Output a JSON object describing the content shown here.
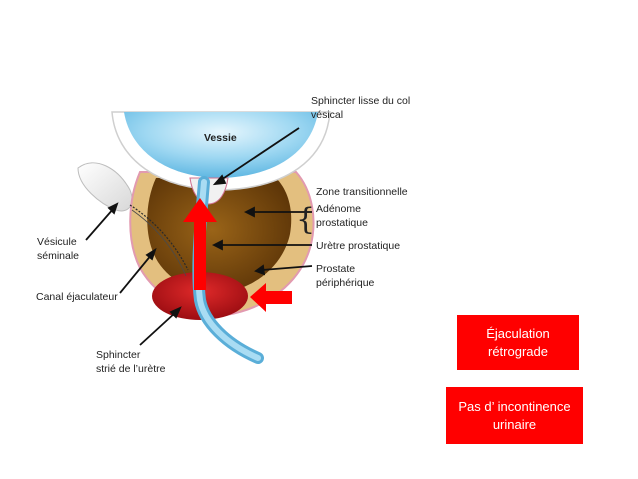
{
  "labels": {
    "vessie": "Vessie",
    "sphincter_lisse_1": "Sphincter lisse du col",
    "sphincter_lisse_2": "vésical",
    "zone_transitionnelle": "Zone transitionnelle",
    "adenome_1": "Adénome",
    "adenome_2": "prostatique",
    "uretre_prostatique": "Urètre prostatique",
    "prostate_1": "Prostate",
    "prostate_2": "périphérique",
    "vesicule_1": "Vésicule",
    "vesicule_2": "séminale",
    "canal_ejaculateur": "Canal éjaculateur",
    "sphincter_strie_1": "Sphincter",
    "sphincter_strie_2": "strié de l’urètre"
  },
  "callouts": {
    "ejaculation_1": "Éjaculation",
    "ejaculation_2": "rétrograde",
    "incontinence_1": "Pas d’ incontinence",
    "incontinence_2": "urinaire"
  },
  "colors": {
    "accent_red": "#ff0000",
    "bladder_blue": "#8fd0ee",
    "prostate_brown": "#7a4a12",
    "zone_tan": "#e8c68a",
    "sphincter_red": "#c0121c"
  }
}
